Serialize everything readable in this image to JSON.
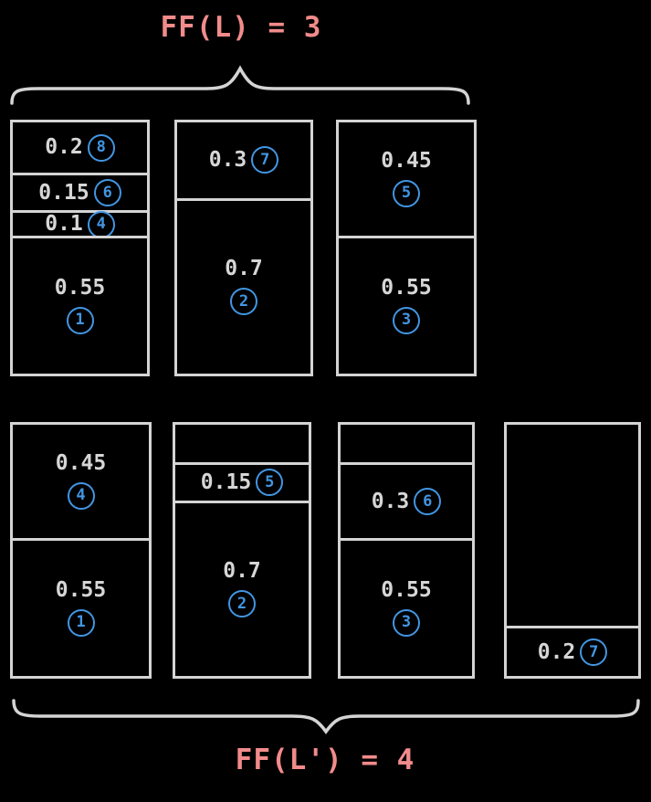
{
  "colors": {
    "background": "#000000",
    "line_gray": "#d4d4d4",
    "value_text_gray": "#d6d6d6",
    "badge_blue": "#4296e3",
    "title_pink": "#f28b8b"
  },
  "diagram": {
    "top": {
      "label": "FF(L) = 3",
      "bin_count": 3,
      "bins": [
        {
          "items": [
            {
              "value": "0.2",
              "size": 0.2,
              "badge": "8",
              "inline": true
            },
            {
              "value": "0.15",
              "size": 0.15,
              "badge": "6",
              "inline": true
            },
            {
              "value": "0.1",
              "size": 0.1,
              "badge": "4",
              "inline": true
            },
            {
              "value": "0.55",
              "size": 0.55,
              "badge": "1",
              "inline": false
            }
          ],
          "free_space": 0
        },
        {
          "items": [
            {
              "value": "0.3",
              "size": 0.3,
              "badge": "7",
              "inline": true
            },
            {
              "value": "0.7",
              "size": 0.7,
              "badge": "2",
              "inline": false
            }
          ],
          "free_space": 0
        },
        {
          "items": [
            {
              "value": "0.45",
              "size": 0.45,
              "badge": "5",
              "inline": false
            },
            {
              "value": "0.55",
              "size": 0.55,
              "badge": "3",
              "inline": false
            }
          ],
          "free_space": 0
        }
      ]
    },
    "bottom": {
      "label": "FF(L') = 4",
      "bin_count": 4,
      "bins": [
        {
          "items": [
            {
              "value": "0.45",
              "size": 0.45,
              "badge": "4",
              "inline": false
            },
            {
              "value": "0.55",
              "size": 0.55,
              "badge": "1",
              "inline": false
            }
          ],
          "free_space": 0
        },
        {
          "items": [
            {
              "value": "0.15",
              "size": 0.15,
              "badge": "5",
              "inline": true
            },
            {
              "value": "0.7",
              "size": 0.7,
              "badge": "2",
              "inline": false
            }
          ],
          "free_space": 0.15
        },
        {
          "items": [
            {
              "value": "0.3",
              "size": 0.3,
              "badge": "6",
              "inline": true
            },
            {
              "value": "0.55",
              "size": 0.55,
              "badge": "3",
              "inline": false
            }
          ],
          "free_space": 0.15
        },
        {
          "items": [
            {
              "value": "0.2",
              "size": 0.2,
              "badge": "7",
              "inline": true
            }
          ],
          "free_space": 0.8
        }
      ]
    }
  }
}
